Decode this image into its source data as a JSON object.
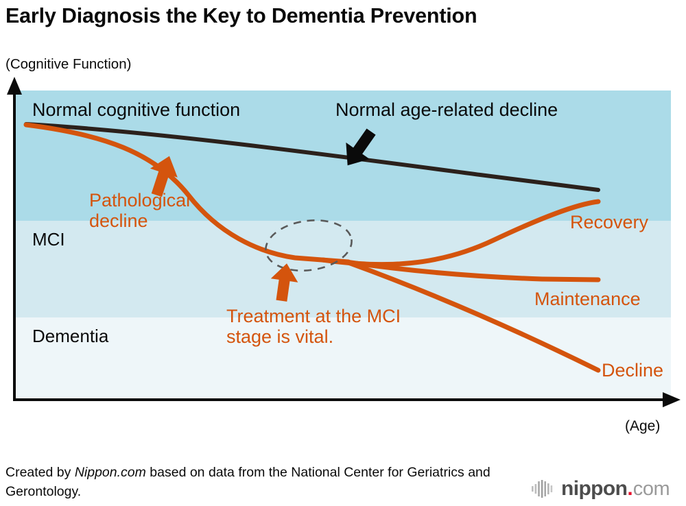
{
  "title": "Early Diagnosis the Key to Dementia Prevention",
  "axes": {
    "y_caption": "(Cognitive Function)",
    "x_caption": "(Age)"
  },
  "bands": [
    {
      "name": "normal",
      "label": "",
      "color": "#abdbe8"
    },
    {
      "name": "mci",
      "label": "MCI",
      "color": "#d3e9f0"
    },
    {
      "name": "dementia",
      "label": "Dementia",
      "color": "#eef6f9"
    }
  ],
  "labels": {
    "normal_cognitive": "Normal cognitive function",
    "normal_age_decline": "Normal age-related decline",
    "pathological_decline": "Pathological\ndecline",
    "pathological_decline_line1": "Pathological",
    "pathological_decline_line2": "decline",
    "treatment_note_line1": "Treatment at the MCI",
    "treatment_note_line2": "stage is vital.",
    "recovery": "Recovery",
    "maintenance": "Maintenance",
    "decline": "Decline"
  },
  "colors": {
    "orange": "#d4540d",
    "black_line": "#2b211c",
    "dashed_ellipse": "#5a5a5a",
    "band_normal": "#abdbe8",
    "band_mci": "#d3e9f0",
    "band_dementia": "#eef6f9",
    "logo_red": "#e8112d",
    "logo_gray": "#4d4d4d",
    "logo_lightgray": "#9a9a9a"
  },
  "footer": {
    "credit_prefix": "Created by ",
    "credit_italic": "Nippon.com",
    "credit_suffix": " based on data from the National Center for Geriatrics and Gerontology.",
    "logo_name": "nippon",
    "logo_dot": ".",
    "logo_tld": "com"
  },
  "chart_data": {
    "type": "line",
    "title": "Early Diagnosis the Key to Dementia Prevention",
    "xlabel": "(Age)",
    "ylabel": "(Cognitive Function)",
    "grid": false,
    "legend": "inline-end-labels",
    "axis_ranges": {
      "x": [
        0,
        100
      ],
      "y": [
        0,
        100
      ]
    },
    "y_bands": [
      {
        "name": "Normal cognitive function",
        "range": [
          58,
          100
        ],
        "color": "#abdbe8"
      },
      {
        "name": "MCI",
        "range": [
          26,
          58
        ],
        "color": "#d3e9f0"
      },
      {
        "name": "Dementia",
        "range": [
          0,
          26
        ],
        "color": "#eef6f9"
      }
    ],
    "series": [
      {
        "name": "Normal age-related decline",
        "color": "#2b211c",
        "x": [
          2,
          20,
          40,
          60,
          80,
          100
        ],
        "y": [
          89,
          86,
          82,
          78,
          73,
          68
        ]
      },
      {
        "name": "Pathological decline",
        "color": "#d4540d",
        "x": [
          2,
          15,
          30,
          45,
          55,
          62
        ],
        "y": [
          89,
          85,
          72,
          58,
          50,
          47
        ]
      },
      {
        "name": "Recovery",
        "color": "#d4540d",
        "x": [
          62,
          72,
          84,
          95,
          100
        ],
        "y": [
          47,
          48,
          57,
          66,
          68
        ]
      },
      {
        "name": "Maintenance",
        "color": "#d4540d",
        "x": [
          62,
          75,
          88,
          100
        ],
        "y": [
          47,
          41,
          38,
          37
        ]
      },
      {
        "name": "Decline",
        "color": "#d4540d",
        "x": [
          62,
          75,
          88,
          100
        ],
        "y": [
          47,
          35,
          24,
          14
        ]
      }
    ],
    "annotations": [
      {
        "text": "Normal cognitive function",
        "type": "label",
        "color": "#0a0a0a"
      },
      {
        "text": "Normal age-related decline",
        "type": "label-with-arrow",
        "color": "#0a0a0a"
      },
      {
        "text": "Pathological decline",
        "type": "label-with-arrow",
        "color": "#d4540d"
      },
      {
        "text": "Treatment at the MCI stage is vital.",
        "type": "label-with-arrow",
        "color": "#d4540d"
      },
      {
        "text": "",
        "type": "dashed-ellipse-highlight",
        "color": "#5a5a5a"
      }
    ]
  }
}
